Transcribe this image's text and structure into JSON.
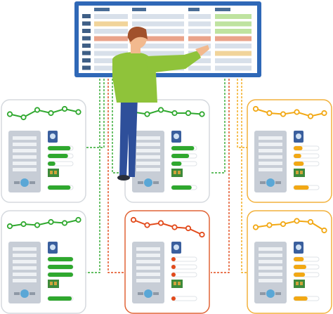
{
  "colors": {
    "board_frame": "#2f68b7",
    "board_screen": "#ffffff",
    "row_green": "#bfe3a0",
    "row_red": "#eaa38a",
    "row_yellow": "#f1d49a",
    "row_gray": "#d8e0ea",
    "panel_border_gray": "#d5d9de",
    "panel_border_red": "#e06436",
    "panel_border_orange": "#f2b13c",
    "status_green": "#2fa82e",
    "status_red": "#e24a1b",
    "status_orange": "#f2a814",
    "server_body": "#c7cdd6",
    "server_dark": "#8f99a6",
    "shirt": "#8fc33a",
    "pants": "#2e4f9a",
    "hair": "#a1512c",
    "skin": "#f2b98e"
  },
  "icons": [
    "server-icon",
    "hard-drive-icon",
    "memory-chip-icon",
    "line-chart-icon",
    "person-icon"
  ],
  "servers": [
    {
      "id": "top-left",
      "status": "ok",
      "trend": [
        0.35,
        0.5,
        0.15,
        0.3,
        0.1,
        0.25
      ],
      "bars": [
        0.9,
        0.8,
        0.3,
        0.9
      ]
    },
    {
      "id": "top-middle",
      "status": "ok",
      "trend": [
        0.25,
        0.35,
        0.15,
        0.3,
        0.3,
        0.35
      ],
      "bars": [
        0.9,
        0.7,
        0.4,
        0.8
      ]
    },
    {
      "id": "top-right",
      "status": "warning",
      "trend": [
        0.1,
        0.3,
        0.35,
        0.25,
        0.45,
        0.3
      ],
      "bars": [
        0.35,
        0.3,
        0.4,
        0.6
      ]
    },
    {
      "id": "bottom-left",
      "status": "ok",
      "trend": [
        0.4,
        0.3,
        0.35,
        0.2,
        0.25,
        0.1
      ],
      "bars": [
        1.0,
        1.0,
        1.0,
        0.95
      ]
    },
    {
      "id": "bottom-middle",
      "status": "critical",
      "trend": [
        0.1,
        0.35,
        0.25,
        0.45,
        0.5,
        0.8
      ],
      "bars": [
        0.1,
        0.1,
        0.1,
        0.1
      ]
    },
    {
      "id": "bottom-right",
      "status": "warning",
      "trend": [
        0.45,
        0.35,
        0.3,
        0.15,
        0.2,
        0.6
      ],
      "bars": [
        0.4,
        0.5,
        0.45,
        0.55
      ]
    }
  ]
}
